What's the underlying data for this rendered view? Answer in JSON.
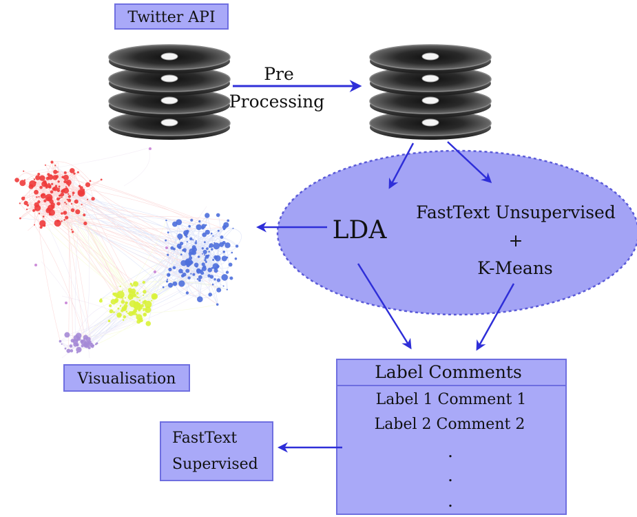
{
  "source_label": "Twitter API",
  "preprocess_label": {
    "line1": "Pre",
    "line2": "Processing"
  },
  "topic_model": "LDA",
  "clustering": {
    "line1": "FastText Unsupervised",
    "line2": "+",
    "line3": "K-Means"
  },
  "visualisation_label": "Visualisation",
  "label_table": {
    "header": "Label Comments",
    "rows": [
      "Label 1 Comment 1",
      "Label 2 Comment 2"
    ],
    "ellipsis": "."
  },
  "supervised_label": {
    "line1": "FastText",
    "line2": "Supervised"
  },
  "colors": {
    "box_fill": "#a9a9f8",
    "box_border": "#6e6ee0",
    "arrow": "#2e2ed8",
    "ellipse_fill": "#a3a3f5",
    "cluster_red": "#ee3b3b",
    "cluster_blue": "#4e6fdc",
    "cluster_yellow": "#d9f23a",
    "cluster_purple": "#a58ad6"
  }
}
